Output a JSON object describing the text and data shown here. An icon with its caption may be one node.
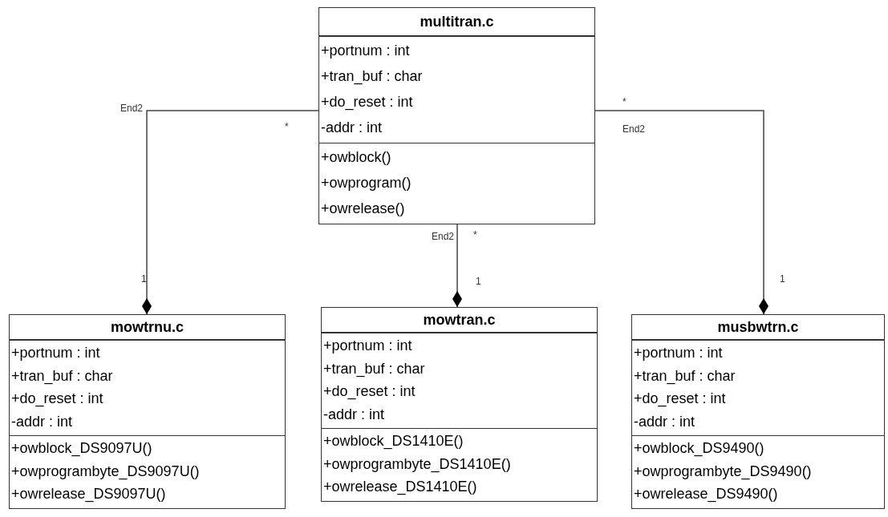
{
  "diagram": {
    "nodes": [
      {
        "text": [
          "multitran.c",
          "+portnum : int",
          "+tran_buf : char",
          "+do_reset : int",
          "-addr : int",
          "+owblock()",
          "+owprogram()",
          "+owrelease()"
        ]
      },
      {
        "text": [
          "mowtrnu.c",
          "+portnum : int",
          "+tran_buf : char",
          "+do_reset : int",
          "-addr : int",
          "+owblock_DS9097U()",
          "+owprogrambyte_DS9097U()",
          "+owrelease_DS9097U()"
        ]
      },
      {
        "text": [
          "mowtran.c",
          "+portnum : int",
          "+tran_buf : char",
          "+do_reset : int",
          "-addr : int",
          "+owblock_DS1410E()",
          "+owprogrambyte_DS1410E()",
          "+owrelease_DS1410E()"
        ]
      },
      {
        "text": [
          "musbwtrn.c",
          "+portnum : int",
          "+tran_buf : char",
          "+do_reset : int",
          "-addr : int",
          "+owblock_DS9490()",
          "+owprogrambyte_DS9490()",
          "+owrelease_DS9490()"
        ]
      }
    ],
    "edges": [
      {
        "from": 0,
        "to": 1,
        "arrow": "other"
      },
      {
        "from": 0,
        "to": 2,
        "arrow": "other"
      },
      {
        "from": 0,
        "to": 3,
        "arrow": "other"
      }
    ],
    "labels": [
      "End2",
      "*",
      "1",
      "End2",
      "*",
      "1",
      "*",
      "End2",
      "1"
    ]
  }
}
